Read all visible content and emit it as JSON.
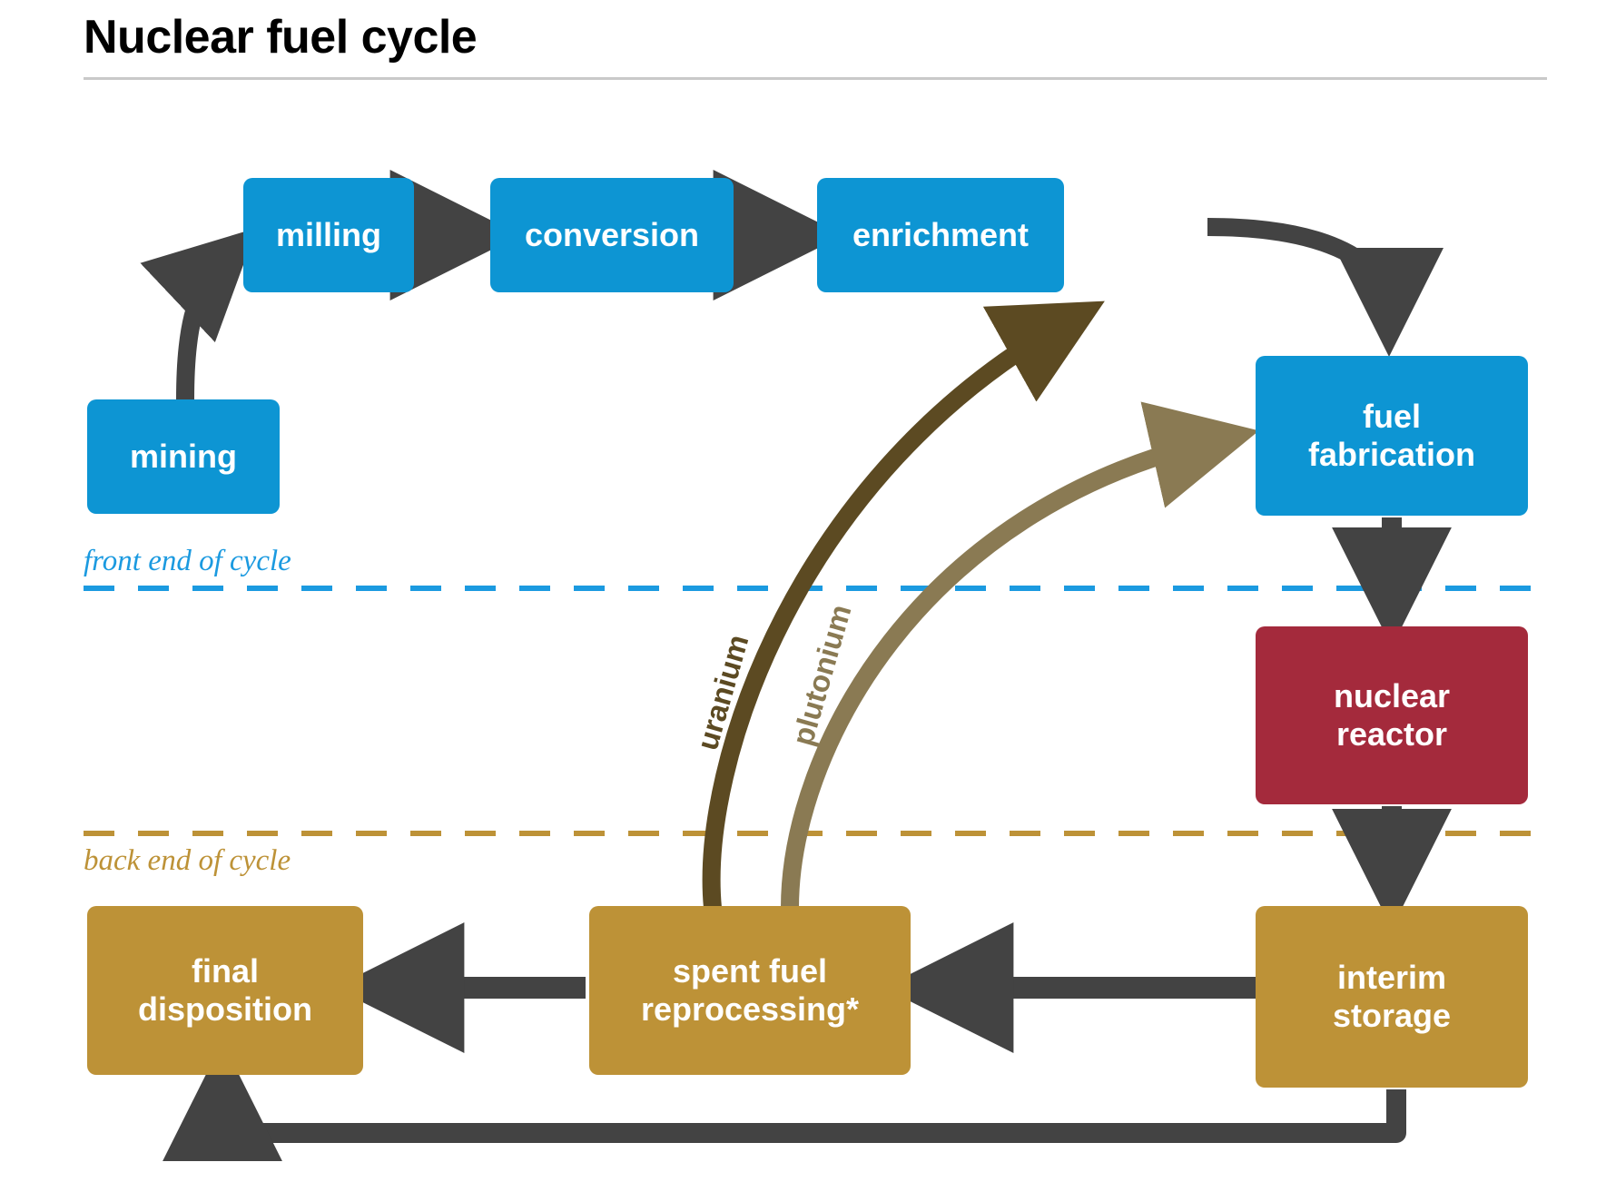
{
  "title": "Nuclear fuel cycle",
  "nodes": {
    "mining": "mining",
    "milling": "milling",
    "conversion": "conversion",
    "enrichment": "enrichment",
    "fuel_fabrication_line1": "fuel",
    "fuel_fabrication_line2": "fabrication",
    "nuclear_reactor_line1": "nuclear",
    "nuclear_reactor_line2": "reactor",
    "interim_storage_line1": "interim",
    "interim_storage_line2": "storage",
    "spent_fuel_line1": "spent fuel",
    "spent_fuel_line2": "reprocessing*",
    "final_disposition_line1": "final",
    "final_disposition_line2": "disposition"
  },
  "dividers": {
    "front_end": "front end of cycle",
    "back_end": "back end of cycle"
  },
  "flows": {
    "uranium": "uranium",
    "plutonium": "plutonium"
  },
  "colors": {
    "front_end_blue": "#0d95d3",
    "reactor_red": "#a42a3c",
    "back_end_gold": "#bd9237",
    "arrow_gray": "#434343",
    "uranium_brown": "#5c4a22",
    "plutonium_tan": "#8a7a53",
    "title_black": "#000000",
    "rule_gray": "#c9c9c9"
  }
}
